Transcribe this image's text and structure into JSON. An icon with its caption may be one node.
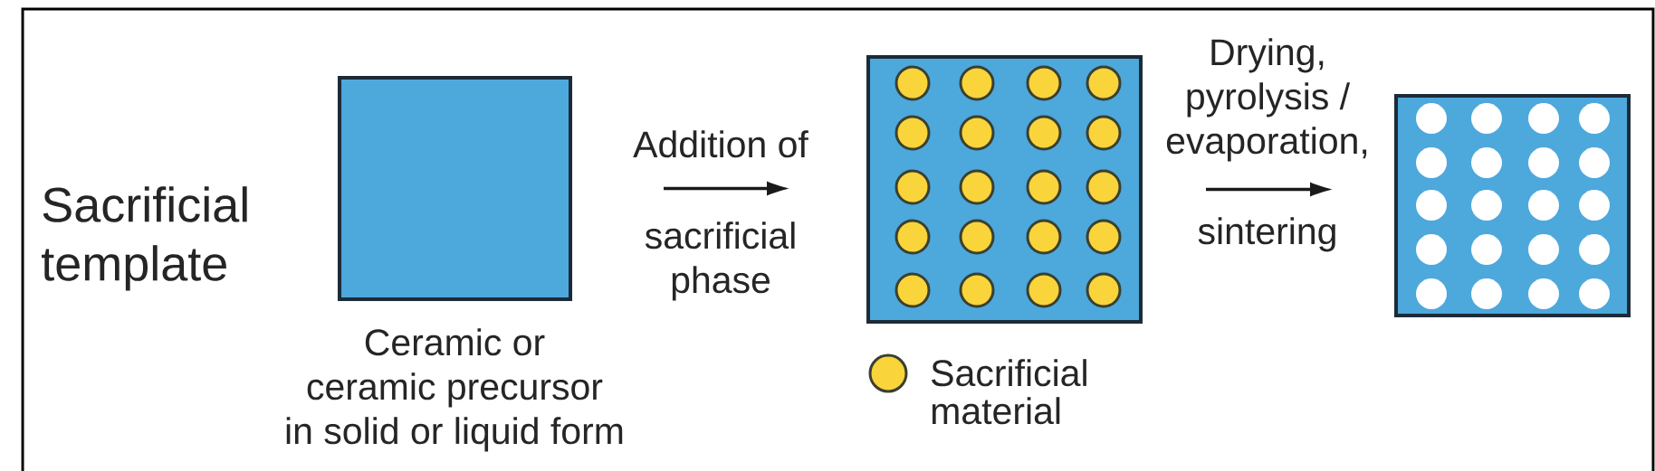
{
  "diagram": {
    "title": "Sacrificial template",
    "nodes": [
      {
        "text": [],
        "shape": "box",
        "beside": [
          "Ceramic or ceramic precursor in solid or liquid form"
        ]
      },
      {
        "text": [],
        "shape": "box"
      },
      {
        "text": [],
        "shape": "box"
      }
    ],
    "edges": [
      {
        "from": 0,
        "to": 1,
        "arrow": "to",
        "label": "Addition of sacrificial phase"
      },
      {
        "from": 1,
        "to": 2,
        "arrow": "to",
        "label": "Drying, pyrolysis / evaporation, sintering"
      }
    ],
    "legend": [
      {
        "text": "Sacrificial material",
        "color": "#f9d43a"
      }
    ]
  }
}
